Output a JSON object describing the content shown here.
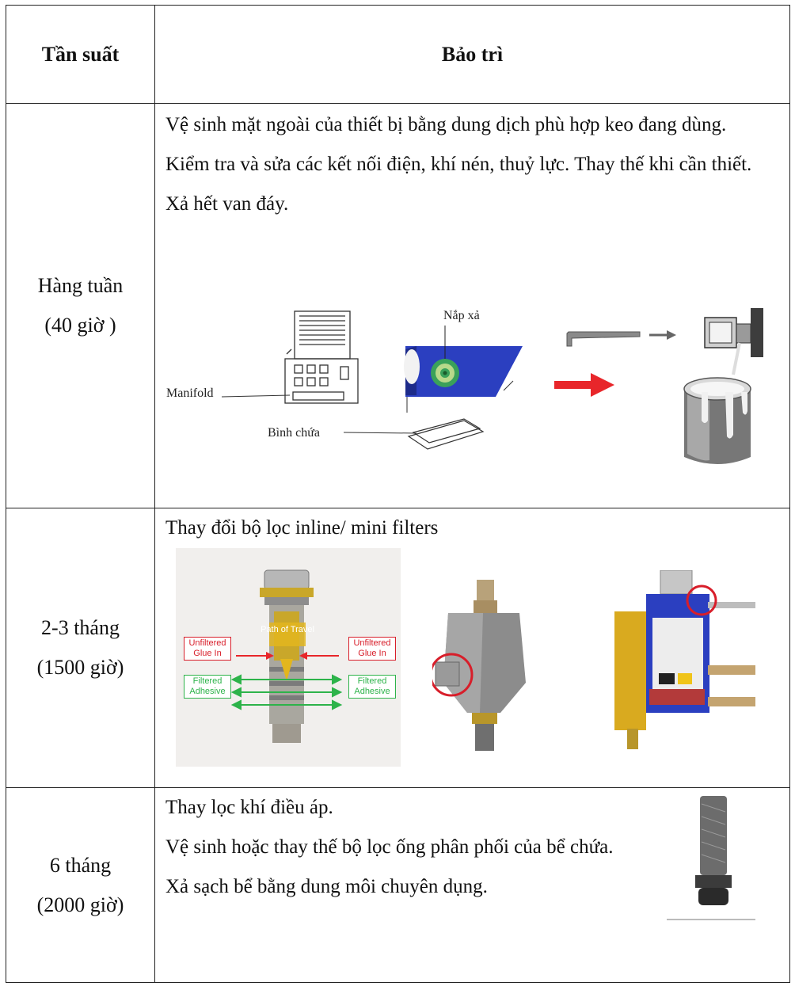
{
  "headers": {
    "frequency": "Tần suất",
    "maintenance": "Bảo trì"
  },
  "rows": [
    {
      "freq_line1": "Hàng tuần",
      "freq_line2": "(40 giờ )",
      "tasks": [
        "Vệ sinh mặt ngoài của thiết bị bằng dung dịch phù hợp keo đang dùng.",
        "Kiểm tra và sửa các kết nối điện, khí nén, thuỷ lực. Thay thế khi cần thiết.",
        "Xả hết van đáy."
      ],
      "figure": {
        "manifold_label": "Manifold",
        "drain_cap_label": "Nắp xả",
        "reservoir_label": "Bình chứa"
      }
    },
    {
      "freq_line1": "2-3 tháng",
      "freq_line2": "(1500 giờ)",
      "tasks": [
        "Thay đổi bộ lọc inline/ mini filters"
      ],
      "figure": {
        "path_of_travel": "Path of Travel",
        "unfiltered_left": "Unfiltered Glue In",
        "unfiltered_right": "Unfiltered Glue In",
        "filtered_left": "Filtered Adhesive",
        "filtered_right": "Filtered Adhesive"
      }
    },
    {
      "freq_line1": "6 tháng",
      "freq_line2": "(2000 giờ)",
      "tasks": [
        "Thay lọc khí điều áp.",
        "Vệ sinh hoặc thay thế bộ lọc ống phân phối của bể chứa.",
        "Xả sạch bể  bằng dung môi chuyên dụng."
      ]
    }
  ],
  "colors": {
    "red_arrow": "#e8262a",
    "blue_panel": "#2b3fc0",
    "green_arrow": "#2db34a",
    "callout_red": "#d81e2a"
  }
}
